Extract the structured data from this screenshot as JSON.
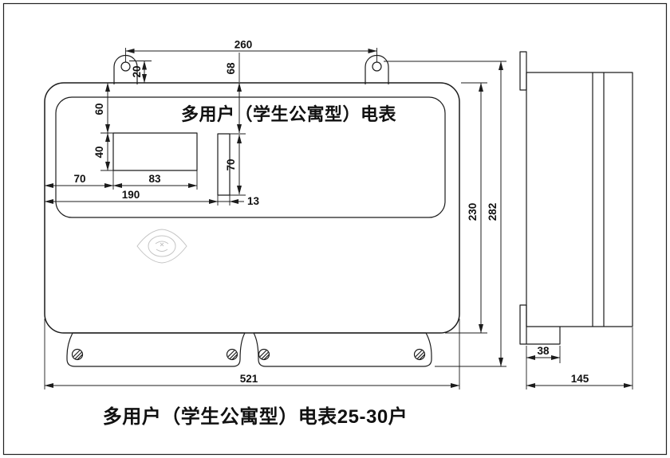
{
  "drawing": {
    "front_title": "多用户（学生公寓型）电表",
    "caption": "多用户（学生公寓型）电表25-30户"
  },
  "dims": {
    "ear_span": "260",
    "ear_height": "20",
    "slot_top_offset": "68",
    "window_top_offset": "60",
    "window_height": "40",
    "window_left_offset": "70",
    "window_width": "83",
    "slot_left_offset": "190",
    "slot_width": "13",
    "slot_height": "70",
    "body_height": "230",
    "overall_height": "282",
    "overall_width": "521",
    "step_depth": "38",
    "overall_depth": "145"
  },
  "colors": {
    "line": "#1c1c1c",
    "background": "#ffffff",
    "logo_outline": "#c5c5c5"
  }
}
